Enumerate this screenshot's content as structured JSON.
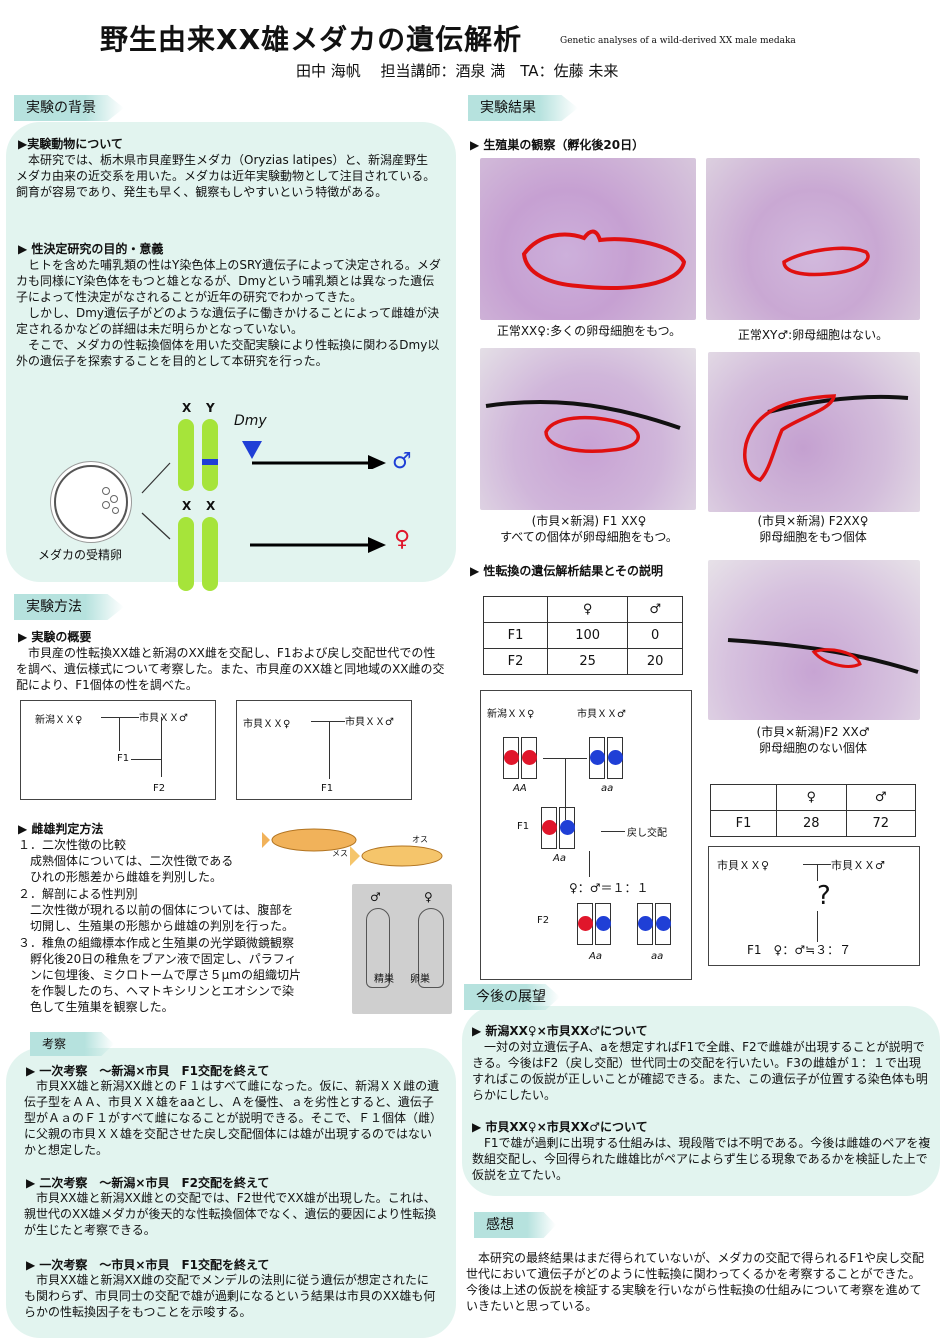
{
  "header": {
    "title": "野生由来XX雄メダカの遺伝解析",
    "subtitle_en": "Genetic analyses of a wild-derived XX male medaka",
    "authors": "田中 海帆　 担当講師：酒泉 満　TA：佐藤 未来"
  },
  "background": {
    "heading": "実験の背景",
    "animal_title": "▶実験動物について",
    "animal_text": "　本研究では、栃木県市貝産野生メダカ（Oryzias latipes）と、新潟産野生メダカ由来の近交系を用いた。メダカは近年実験動物として注目されている。飼育が容易であり、発生も早く、観察もしやすいという特徴がある。",
    "purpose_title": "▶ 性決定研究の目的・意義",
    "purpose_text": "　ヒトを含めた哺乳類の性はY染色体上のSRY遺伝子によって決定される。メダカも同様にY染色体をもつと雄となるが、Dmyという哺乳類とは異なった遺伝子によって性決定がなされることが近年の研究でわかってきた。\n　しかし、Dmy遺伝子がどのような遺伝子に働きかけることによって雌雄が決定されるかなどの詳細は未だ明らかとなっていない。\n　そこで、メダカの性転換個体を用いた交配実験により性転換に関わるDmy以外の遺伝子を探索することを目的として本研究を行った。",
    "fig": {
      "x_label": "X",
      "y_label": "Y",
      "dmy": "Dmy",
      "male": "♂",
      "female": "♀",
      "egg_caption": "メダカの受精卵"
    }
  },
  "methods": {
    "heading": "実験方法",
    "overview_title": "▶ 実験の概要",
    "overview_text": "　市貝産の性転換XX雄と新潟のXX雌を交配し、F1および戻し交配世代での性を調べ、遺伝様式について考察した。また、市貝産のXX雄と同地域のXX雌の交配により、F1個体の性を調べた。",
    "cross1": {
      "female": "新潟ＸＸ♀",
      "male": "市貝ＸＸ♂",
      "f1": "F1",
      "f2": "F2"
    },
    "cross2": {
      "female": "市貝ＸＸ♀",
      "male": "市貝ＸＸ♂",
      "f1": "F1"
    },
    "sexing_title": "▶ 雌雄判定方法",
    "item1": "１．二次性徴の比較",
    "item1_text": "　成熟個体については、二次性徴である\n　ひれの形態差から雌雄を判別した。",
    "item2": "２．解剖による性判別",
    "item2_text": "　二次性徴が現れる以前の個体については、腹部を\n　切開し、生殖巣の形態から雌雄の判別を行った。",
    "item3": "３．稚魚の組織標本作成と生殖巣の光学顕微鏡観察",
    "item3_text": "　孵化後20日の稚魚をブアン液で固定し、パラフィ\n　ンに包埋後、ミクロトームで厚さ５μmの組織切片\n　を作製したのち、ヘマトキシリンとエオシンで染\n　色して生殖巣を観察した。",
    "fish_labels": [
      "メス",
      "オス"
    ],
    "gonad_male": "♂",
    "gonad_female": "♀",
    "testis": "精巣",
    "ovary": "卵巣"
  },
  "discussion": {
    "heading": "考察",
    "d1_title": "▶ 一次考察　～新潟×市貝　F1交配を終えて",
    "d1_text": "　市貝XX雄と新潟XX雌とのＦ１はすべて雌になった。仮に、新潟ＸＸ雌の遺伝子型をＡＡ、市貝ＸＸ雄をaaとし、Ａを優性、ａを劣性とすると、遺伝子型がＡａのＦ１がすべて雌になることが説明できる。そこで、Ｆ１個体（雌）に父親の市貝ＸＸ雄を交配させた戻し交配個体には雄が出現するのではないかと想定した。",
    "d2_title": "▶ 二次考察　～新潟×市貝　F2交配を終えて",
    "d2_text": "　市貝XX雄と新潟XX雌との交配では、F2世代でXX雄が出現した。これは、親世代のXX雄メダカが後天的な性転換個体でなく、遺伝的要因により性転換が生じたと考察できる。",
    "d3_title": "▶ 一次考察　～市貝×市貝　F1交配を終えて",
    "d3_text": "　市貝XX雄と新潟XX雌の交配でメンデルの法則に従う遺伝が想定されたにも関わらず、市貝同士の交配で雄が過剰になるという結果は市貝のXX雄も何らかの性転換因子をもつことを示唆する。"
  },
  "results": {
    "heading": "実験結果",
    "gonad_title": "▶ 生殖巣の観察（孵化後20日）",
    "cap1": "正常XX♀:多くの卵母細胞をもつ。",
    "cap2": "正常XY♂:卵母細胞はない。",
    "cap3": "(市貝×新潟) F1 XX♀\nすべての個体が卵母細胞をもつ。",
    "cap4": "(市貝×新潟) F2XX♀\n卵母細胞をもつ個体",
    "cap5": "(市貝×新潟)F2 XX♂\n卵母細胞のない個体",
    "genetics_title": "▶ 性転換の遺伝解析結果とその説明",
    "table1": {
      "headers": [
        "",
        "♀",
        "♂"
      ],
      "rows": [
        [
          "F1",
          "100",
          "0"
        ],
        [
          "F2",
          "25",
          "20"
        ]
      ]
    },
    "cross_diagram": {
      "p_female": "新潟ＸＸ♀",
      "p_male": "市貝ＸＸ♂",
      "aa_dom": "AA",
      "aa_rec": "aa",
      "f1": "F1",
      "aa_het": "Aa",
      "backcross": "戻し交配",
      "ratio": "♀：♂＝１：１",
      "f2": "F2"
    },
    "table2": {
      "headers": [
        "",
        "♀",
        "♂"
      ],
      "rows": [
        [
          "F1",
          "28",
          "72"
        ]
      ]
    },
    "cross3": {
      "female": "市貝ＸＸ♀",
      "male": "市貝ＸＸ♂",
      "question": "?",
      "f1_result": "F1　♀：♂≒３：７"
    }
  },
  "outlook": {
    "heading": "今後の展望",
    "o1_title": "▶ 新潟XX♀×市貝XX♂について",
    "o1_text": "　一対の対立遺伝子A、aを想定すればF1で全雌、F2で雌雄が出現することが説明できる。今後はF2（戻し交配）世代同士の交配を行いたい。F3の雌雄が１：１で出現すればこの仮説が正しいことが確認できる。また、この遺伝子が位置する染色体も明らかにしたい。",
    "o2_title": "▶ 市貝XX♀×市貝XX♂について",
    "o2_text": "　F1で雄が過剰に出現する仕組みは、現段階では不明である。今後は雌雄のペアを複数組交配し、今回得られた雌雄比がペアによらず生じる現象であるかを検証した上で仮説を立てたい。"
  },
  "impression": {
    "heading": "感想",
    "text": "　本研究の最終結果はまだ得られていないが、メダカの交配で得られるF1や戻し交配世代において遺伝子がどのように性転換に関わってくるかを考察することができた。今後は上述の仮説を検証する実験を行いながら性転換の仕組みについて考察を進めていきたいと思っている。"
  },
  "colors": {
    "panel": "#e2f4ef",
    "header_tab": "#b6e2de",
    "chromosome": "#a6e43a",
    "male_blue": "#1f3fd6",
    "female_red": "#e0162b",
    "tissue_outline": "#e01010"
  }
}
